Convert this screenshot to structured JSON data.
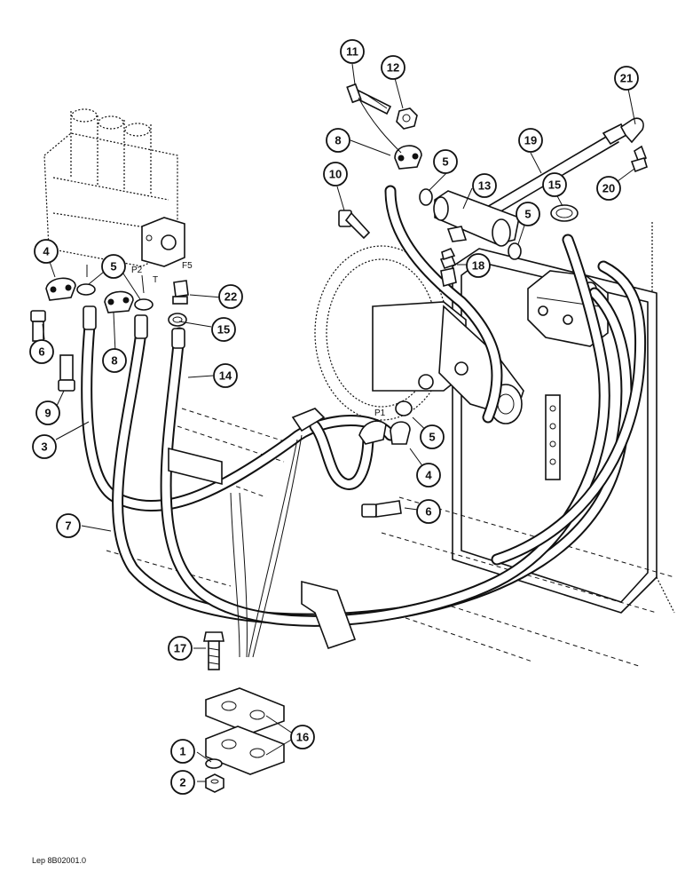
{
  "reference": "Lep 8B02001.0",
  "port_labels": {
    "p2": "P2",
    "t": "T",
    "f5": "F5",
    "p1": "P1"
  },
  "balloons": [
    {
      "id": "b11",
      "text": "11"
    },
    {
      "id": "b12",
      "text": "12"
    },
    {
      "id": "b21",
      "text": "21"
    },
    {
      "id": "b8_top",
      "text": "8"
    },
    {
      "id": "b5_top",
      "text": "5"
    },
    {
      "id": "b19",
      "text": "19"
    },
    {
      "id": "b10",
      "text": "10"
    },
    {
      "id": "b13",
      "text": "13"
    },
    {
      "id": "b15_top",
      "text": "15"
    },
    {
      "id": "b20",
      "text": "20"
    },
    {
      "id": "b5_mid",
      "text": "5"
    },
    {
      "id": "b18",
      "text": "18"
    },
    {
      "id": "b4_left",
      "text": "4"
    },
    {
      "id": "b5_left",
      "text": "5"
    },
    {
      "id": "b22",
      "text": "22"
    },
    {
      "id": "b15_left",
      "text": "15"
    },
    {
      "id": "b6_left",
      "text": "6"
    },
    {
      "id": "b8_left",
      "text": "8"
    },
    {
      "id": "b14",
      "text": "14"
    },
    {
      "id": "b9",
      "text": "9"
    },
    {
      "id": "b3",
      "text": "3"
    },
    {
      "id": "b5_pump",
      "text": "5"
    },
    {
      "id": "b4_pump",
      "text": "4"
    },
    {
      "id": "b6_pump",
      "text": "6"
    },
    {
      "id": "b7",
      "text": "7"
    },
    {
      "id": "b17",
      "text": "17"
    },
    {
      "id": "b16",
      "text": "16"
    },
    {
      "id": "b1",
      "text": "1"
    },
    {
      "id": "b2",
      "text": "2"
    }
  ]
}
